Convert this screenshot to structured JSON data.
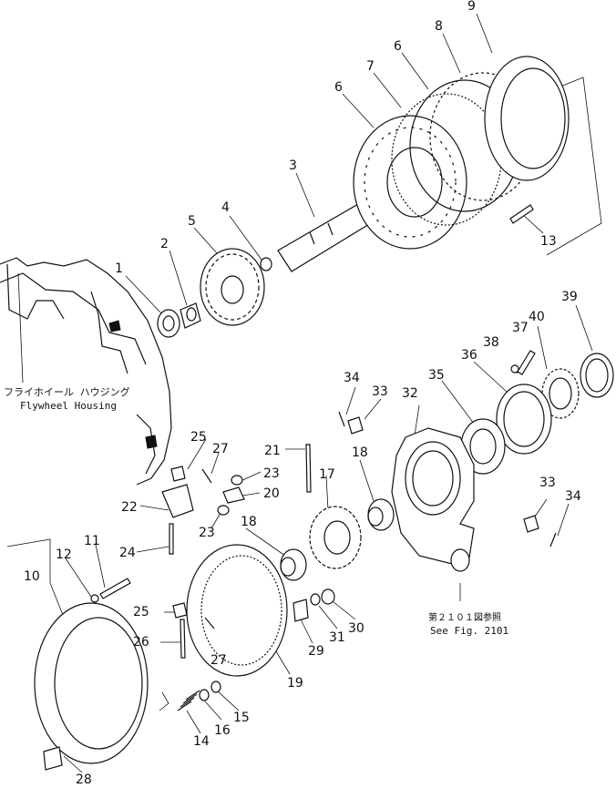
{
  "labels": {
    "housing_jp": "フライホイール ハウジング",
    "housing_en": "Flywheel Housing",
    "ref_jp": "第２１０１図参照",
    "ref_en": "See Fig. 2101"
  },
  "callouts": [
    "1",
    "2",
    "3",
    "4",
    "5",
    "6",
    "6",
    "7",
    "8",
    "9",
    "10",
    "11",
    "12",
    "13",
    "14",
    "15",
    "16",
    "17",
    "18",
    "18",
    "19",
    "20",
    "21",
    "22",
    "23",
    "23",
    "24",
    "25",
    "25",
    "26",
    "27",
    "27",
    "28",
    "29",
    "30",
    "31",
    "32",
    "33",
    "33",
    "34",
    "34",
    "35",
    "36",
    "37",
    "38",
    "39",
    "40"
  ],
  "colors": {
    "ink": "#111111",
    "paper": "#ffffff"
  }
}
